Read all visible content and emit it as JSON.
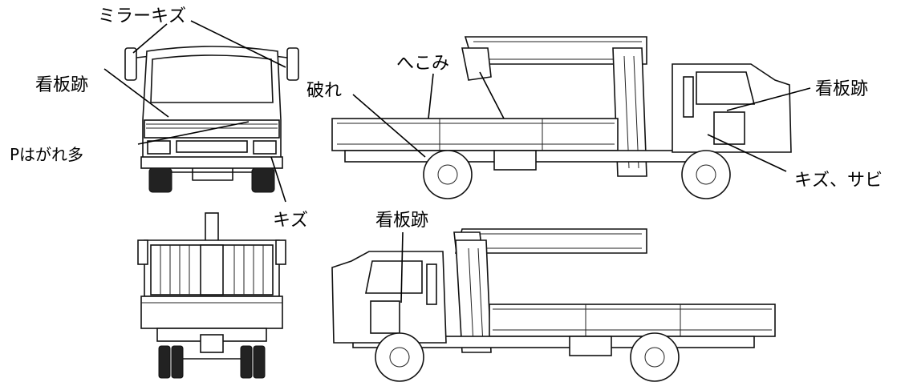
{
  "labels": {
    "mirror_scratch": "ミラーキズ",
    "sign_mark_front": "看板跡",
    "paint_peeling": "Pはがれ多",
    "scratch_bumper": "キズ",
    "dent": "へこみ",
    "tear": "破れ",
    "sign_mark_right": "看板跡",
    "scratch_rust": "キズ、サビ",
    "sign_mark_left": "看板跡"
  }
}
